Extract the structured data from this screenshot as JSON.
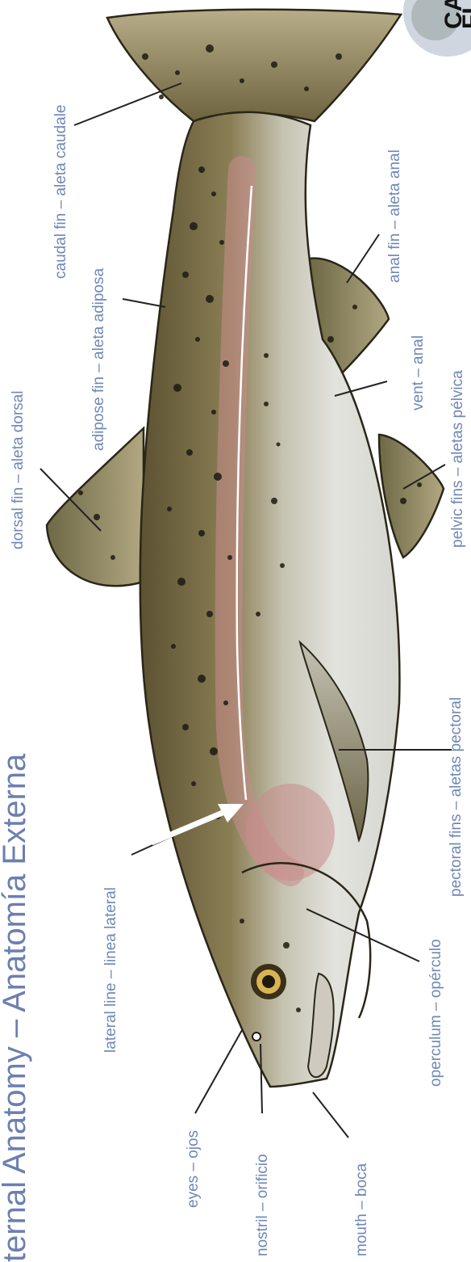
{
  "title": "ternal Anatomy – Anatomía Externa",
  "logo_text": [
    "CA",
    "FI"
  ],
  "colors": {
    "label": "#6f88b6",
    "title": "#6c7fb0",
    "body_dark": "#6b5e3a",
    "body_light": "#e2e2dc",
    "lateral_band": "#c98c8c"
  },
  "labels": {
    "caudal": "caudal fin – aleta caudale",
    "anal": "anal fin – aleta anal",
    "adipose": "adipose fin – aleta adiposa",
    "vent": "vent – anal",
    "dorsal": "dorsal fin – aleta dorsal",
    "pelvic": "pelvic fins – aletas pélvica",
    "pectoral": "pectoral fins – aletas pectoral",
    "lateral_line": "lateral line – linea lateral",
    "operculum": "operculum – opérculo",
    "eyes": "eyes – ojos",
    "nostril": "nostril – orificio",
    "mouth": "mouth – boca"
  }
}
